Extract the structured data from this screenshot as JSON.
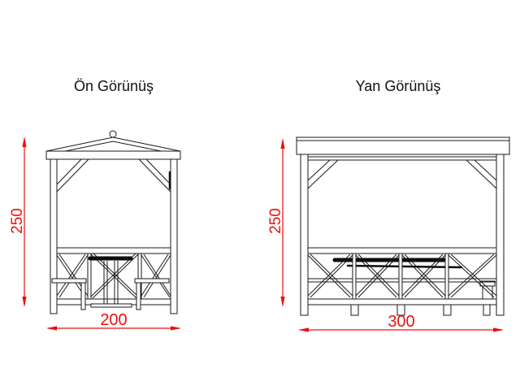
{
  "page": {
    "background": "#ffffff",
    "line_color": "#1a1a1a",
    "dimension_color": "#ee0f0f"
  },
  "drawing": {
    "type": "technical-elevation-drawing",
    "subject": "gazebo with table and benches",
    "views": [
      {
        "id": "front",
        "title": "Ön Görünüş",
        "height_dim": "250",
        "width_dim": "200"
      },
      {
        "id": "side",
        "title": "Yan Görünüş",
        "height_dim": "250",
        "width_dim": "300"
      }
    ]
  }
}
